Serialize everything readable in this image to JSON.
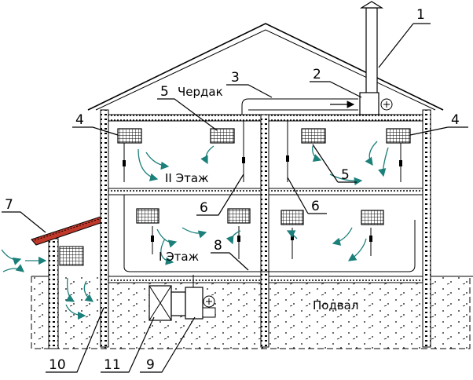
{
  "rooms": {
    "attic": "Чердак",
    "floor2": "II Этаж",
    "floor1": "I Этаж",
    "basement": "Подвал"
  },
  "callouts": {
    "c1": "1",
    "c2": "2",
    "c3": "3",
    "c4a": "4",
    "c4b": "4",
    "c5a": "5",
    "c5b": "5",
    "c6a": "6",
    "c6b": "6",
    "c7": "7",
    "c8": "8",
    "c9": "9",
    "c10": "10",
    "c11": "11"
  },
  "colors": {
    "line": "#000000",
    "air_flow": "#1b7f7a",
    "background": "#ffffff",
    "roof_tile": "#c0392b"
  }
}
